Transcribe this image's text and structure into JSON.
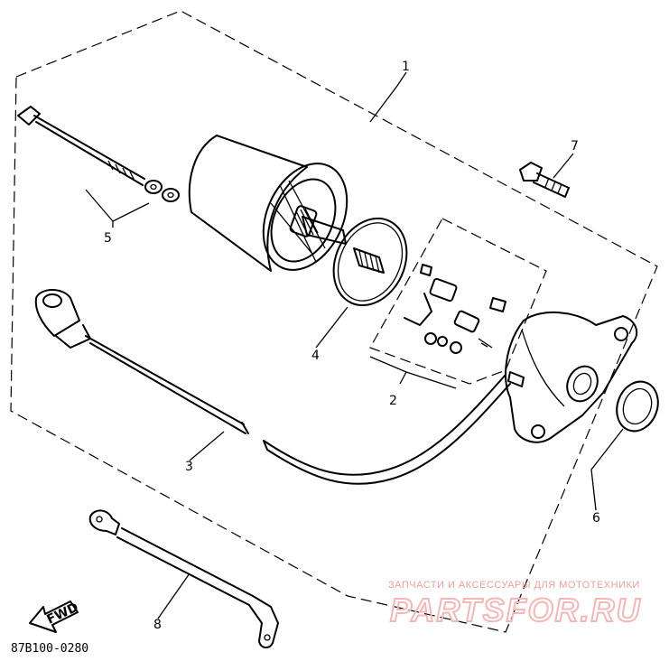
{
  "callouts": {
    "p1": "1",
    "p2": "2",
    "p3": "3",
    "p4": "4",
    "p5": "5",
    "p6": "6",
    "p7": "7",
    "p8": "8"
  },
  "direction_marker": "FWD",
  "diagram_code": "87B100-0280",
  "watermark": {
    "caption": "ЗАПЧАСТИ И АКСЕССУАРЫ ДЛЯ МОТОТЕХНИКИ",
    "logo": "PARTSFOR.RU",
    "color": "#e8a0a0"
  }
}
